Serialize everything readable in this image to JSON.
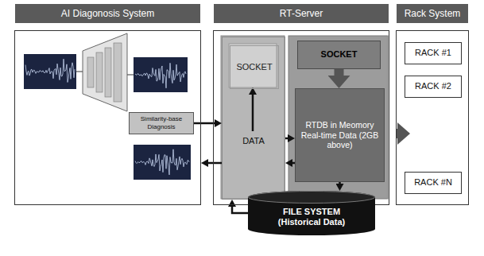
{
  "diagram": {
    "nodes": [
      {
        "text": [
          "AI Diagonosis System"
        ]
      },
      {
        "text": [
          "Similarity-base Diagnosis"
        ],
        "in": 0
      },
      {
        "text": [
          "RT-Server"
        ]
      },
      {
        "text": [
          "DATA"
        ],
        "in": 2
      },
      {
        "text": [
          "SOCKET"
        ],
        "in": 3
      },
      {
        "text": [
          "SOCKET"
        ],
        "in": 2
      },
      {
        "text": [
          "RTDB in Meomory Real-time Data (2GB above)"
        ],
        "in": 2
      },
      {
        "text": [
          "Rack System"
        ]
      },
      {
        "text": [
          "RACK #1"
        ],
        "in": 7
      },
      {
        "text": [
          "RACK #2"
        ],
        "in": 7
      },
      {
        "text": [
          "RACK #N"
        ],
        "in": 7
      },
      {
        "text": [
          "FILE SYSTEM",
          "(Historical Data)"
        ]
      }
    ],
    "edges": [
      {
        "from": 1,
        "to": 3,
        "arrow": "to"
      },
      {
        "from": 3,
        "to": 0,
        "arrow": "to"
      },
      {
        "from": 3,
        "to": 6,
        "arrow": "to"
      },
      {
        "from": 6,
        "to": 3,
        "arrow": "to"
      },
      {
        "from": 5,
        "to": 6,
        "arrow": "to"
      },
      {
        "from": 7,
        "to": 6,
        "arrow": "to"
      },
      {
        "from": 6,
        "to": 11,
        "arrow": "to"
      },
      {
        "from": 11,
        "to": 3,
        "arrow": "to"
      }
    ]
  }
}
